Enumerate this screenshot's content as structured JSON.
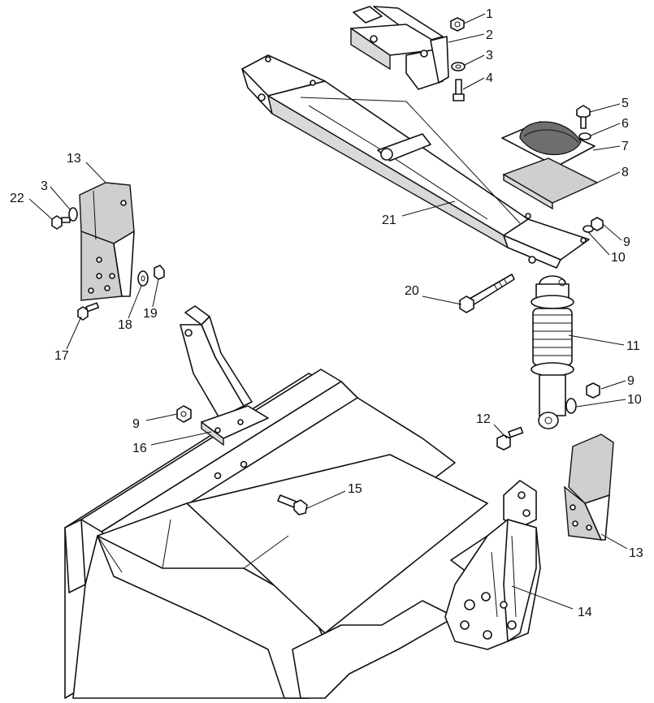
{
  "callouts": [
    {
      "id": "c1",
      "text": "1"
    },
    {
      "id": "c2",
      "text": "2"
    },
    {
      "id": "c3a",
      "text": "3"
    },
    {
      "id": "c4",
      "text": "4"
    },
    {
      "id": "c5",
      "text": "5"
    },
    {
      "id": "c6",
      "text": "6"
    },
    {
      "id": "c7",
      "text": "7"
    },
    {
      "id": "c8",
      "text": "8"
    },
    {
      "id": "c9a",
      "text": "9"
    },
    {
      "id": "c10a",
      "text": "10"
    },
    {
      "id": "c21",
      "text": "21"
    },
    {
      "id": "c13a",
      "text": "13"
    },
    {
      "id": "c3b",
      "text": "3"
    },
    {
      "id": "c22",
      "text": "22"
    },
    {
      "id": "c18",
      "text": "18"
    },
    {
      "id": "c19",
      "text": "19"
    },
    {
      "id": "c17",
      "text": "17"
    },
    {
      "id": "c20",
      "text": "20"
    },
    {
      "id": "c11",
      "text": "11"
    },
    {
      "id": "c9b",
      "text": "9"
    },
    {
      "id": "c10b",
      "text": "10"
    },
    {
      "id": "c12",
      "text": "12"
    },
    {
      "id": "c9c",
      "text": "9"
    },
    {
      "id": "c16",
      "text": "16"
    },
    {
      "id": "c15",
      "text": "15"
    },
    {
      "id": "c13b",
      "text": "13"
    },
    {
      "id": "c14",
      "text": "14"
    }
  ]
}
